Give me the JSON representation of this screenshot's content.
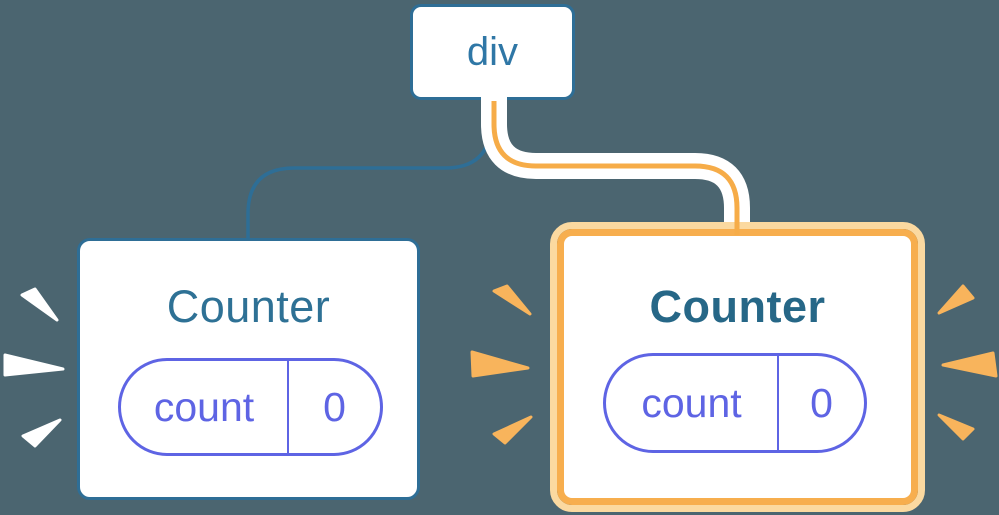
{
  "colors": {
    "bg": "#4B6570",
    "blue": "#2E6E96",
    "blue-text": "#2F77A6",
    "teal-title": "#2E7195",
    "teal-title-bold": "#266787",
    "purple": "#5E64E4",
    "peach": "#FBD9A0",
    "orange": "#F7AE4E",
    "orange-line": "#F6AC48",
    "burst-orange": "#F8B45C",
    "burst-white": "#FFFFFF"
  },
  "tree": {
    "root": {
      "label": "div"
    },
    "children": [
      {
        "title": "Counter",
        "highlighted": false,
        "state_pill": {
          "name": "count",
          "value": "0"
        }
      },
      {
        "title": "Counter",
        "highlighted": true,
        "state_pill": {
          "name": "count",
          "value": "0"
        }
      }
    ]
  }
}
